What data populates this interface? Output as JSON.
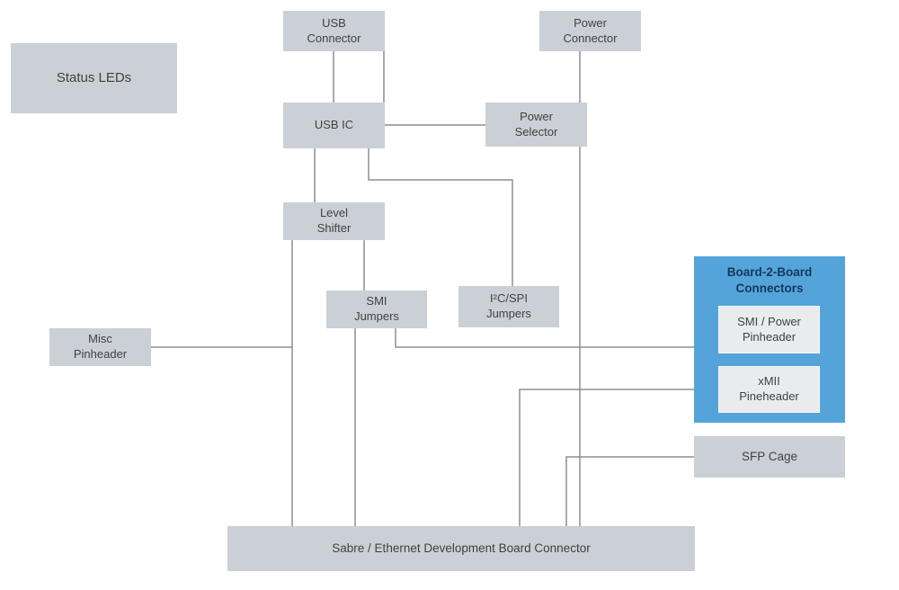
{
  "diagram": {
    "kind": "block-diagram",
    "nodes": {
      "status_leds": {
        "label": "Status LEDs"
      },
      "usb_connector": {
        "label": "USB\nConnector"
      },
      "power_connector": {
        "label": "Power\nConnector"
      },
      "usb_ic": {
        "label": "USB IC"
      },
      "power_selector": {
        "label": "Power\nSelector"
      },
      "level_shifter": {
        "label": "Level\nShifter"
      },
      "smi_jumpers": {
        "label": "SMI\nJumpers"
      },
      "i2c_spi_jumpers": {
        "label": "I²C/SPI\nJumpers"
      },
      "misc_pinheader": {
        "label": "Misc\nPinheader"
      },
      "board2board": {
        "label": "Board-2-Board\nConnectors"
      },
      "smi_power_pinheader": {
        "label": "SMI / Power\nPinheader"
      },
      "xmii_pineheader": {
        "label": "xMII\nPineheader"
      },
      "sfp_cage": {
        "label": "SFP Cage"
      },
      "sabre_connector": {
        "label": "Sabre / Ethernet Development Board Connector"
      }
    },
    "edges": [
      "usb-connector to usb-ic",
      "usb-connector to power-selector",
      "power-connector to power-selector",
      "power-selector to sabre-connector",
      "usb-ic to level-shifter",
      "usb-ic to i2c-spi-jumpers",
      "level-shifter to smi-jumpers",
      "level-shifter to sabre-connector",
      "misc-pinheader to level-shifter line",
      "smi-jumpers to sabre-connector",
      "smi-jumpers to board-2-board",
      "xmii-pineheader to sabre-connector",
      "sfp-cage to sabre-connector"
    ],
    "colors": {
      "box_fill": "#cbd0d6",
      "blue_group_fill": "#54a4da",
      "inner_box_fill": "#e9ebed",
      "line": "#8b8f94",
      "text": "#3f4245",
      "blue_header_text": "#17375e",
      "background": "#ffffff"
    }
  }
}
